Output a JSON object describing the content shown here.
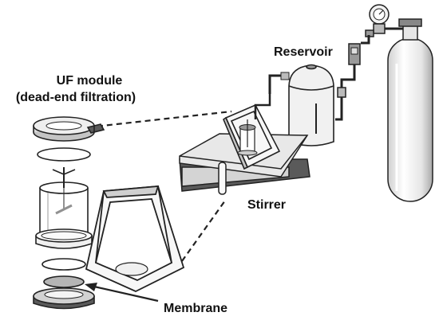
{
  "labels": {
    "uf_module_line1": "UF module",
    "uf_module_line2": "(dead-end filtration)",
    "reservoir": "Reservoir",
    "stirrer": "Stirrer",
    "membrane": "Membrane"
  },
  "colors": {
    "outline": "#222222",
    "fill_light": "#f4f4f4",
    "fill_mid": "#c8c8c8",
    "fill_dark": "#5a5a5a",
    "membrane_fill": "#b5b5b5",
    "text": "#111111"
  }
}
